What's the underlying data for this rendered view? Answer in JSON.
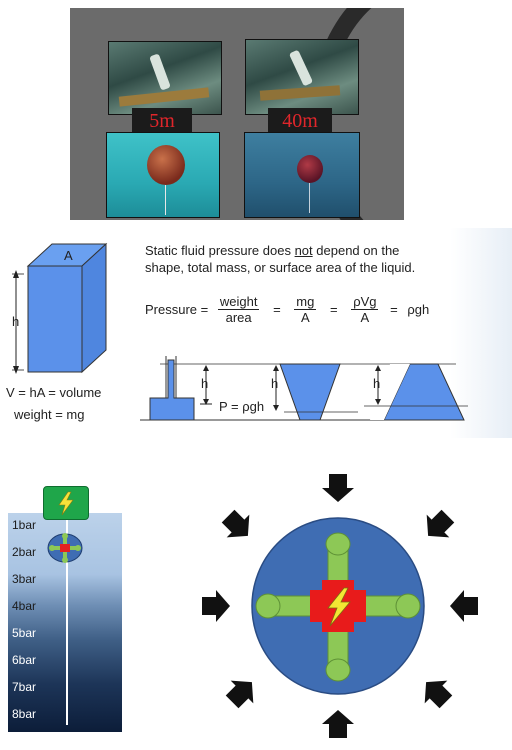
{
  "photos": {
    "left_depth": "5m",
    "right_depth": "40m"
  },
  "pressure_diagram": {
    "column_top_label": "A",
    "column_side_label": "h",
    "volume_label": "V = hA = volume",
    "weight_label": "weight = mg",
    "statement_part1": "Static fluid pressure does ",
    "statement_not": "not",
    "statement_part2": " depend on the",
    "statement_line2": "shape, total mass, or surface area of the liquid.",
    "pressure_word": "Pressure =",
    "frac1_num": "weight",
    "frac1_den": "area",
    "eq2": "=",
    "frac2_num": "mg",
    "frac2_den": "A",
    "eq3": "=",
    "frac3_num": "ρVg",
    "frac3_den": "A",
    "eq4": "=",
    "rho_gh": "ρgh",
    "container_h1": "h",
    "container_h2": "h",
    "container_h3": "h",
    "p_equation": "P = ρgh"
  },
  "gauge": {
    "levels": [
      "1bar",
      "2bar",
      "3bar",
      "4bar",
      "5bar",
      "6bar",
      "7bar",
      "8bar"
    ],
    "colors": {
      "box": "#1fa64a",
      "bolt": "#f5e23a",
      "cross": "#e32121",
      "arm": "#8dc856"
    }
  },
  "balloon_diagram": {
    "colors": {
      "sphere": "#3f6db3",
      "arrow": "#111111",
      "cross": "#e81b1b",
      "arm": "#8dc856",
      "bolt": "#f3e634"
    }
  }
}
